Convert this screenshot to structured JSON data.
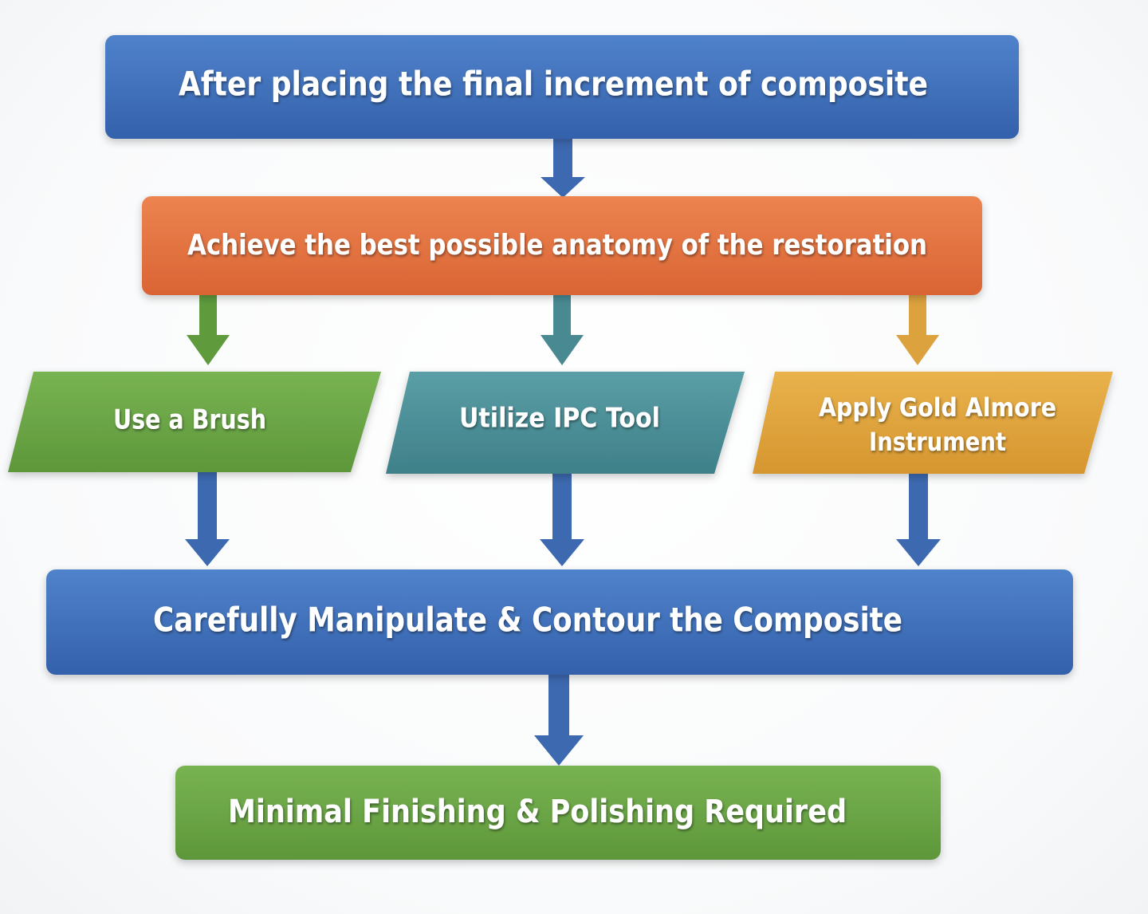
{
  "colors": {
    "blue": "#3c6eb8",
    "orange": "#e2703f",
    "green": "#68a342",
    "teal": "#4a8d96",
    "gold": "#dea03a",
    "arrow_blue": "#3d69b0",
    "arrow_green": "#5f9b3d",
    "arrow_teal": "#498a92",
    "arrow_gold": "#dca23e"
  },
  "nodes": {
    "start": "After placing the final increment of composite",
    "goal": "Achieve the best possible anatomy of the restoration",
    "option_brush": "Use a Brush",
    "option_ipc": "Utilize IPC Tool",
    "option_gold_line1": "Apply Gold Almore",
    "option_gold_line2": "Instrument",
    "manipulate": "Carefully Manipulate & Contour the Composite",
    "finish": "Minimal Finishing & Polishing Required"
  }
}
